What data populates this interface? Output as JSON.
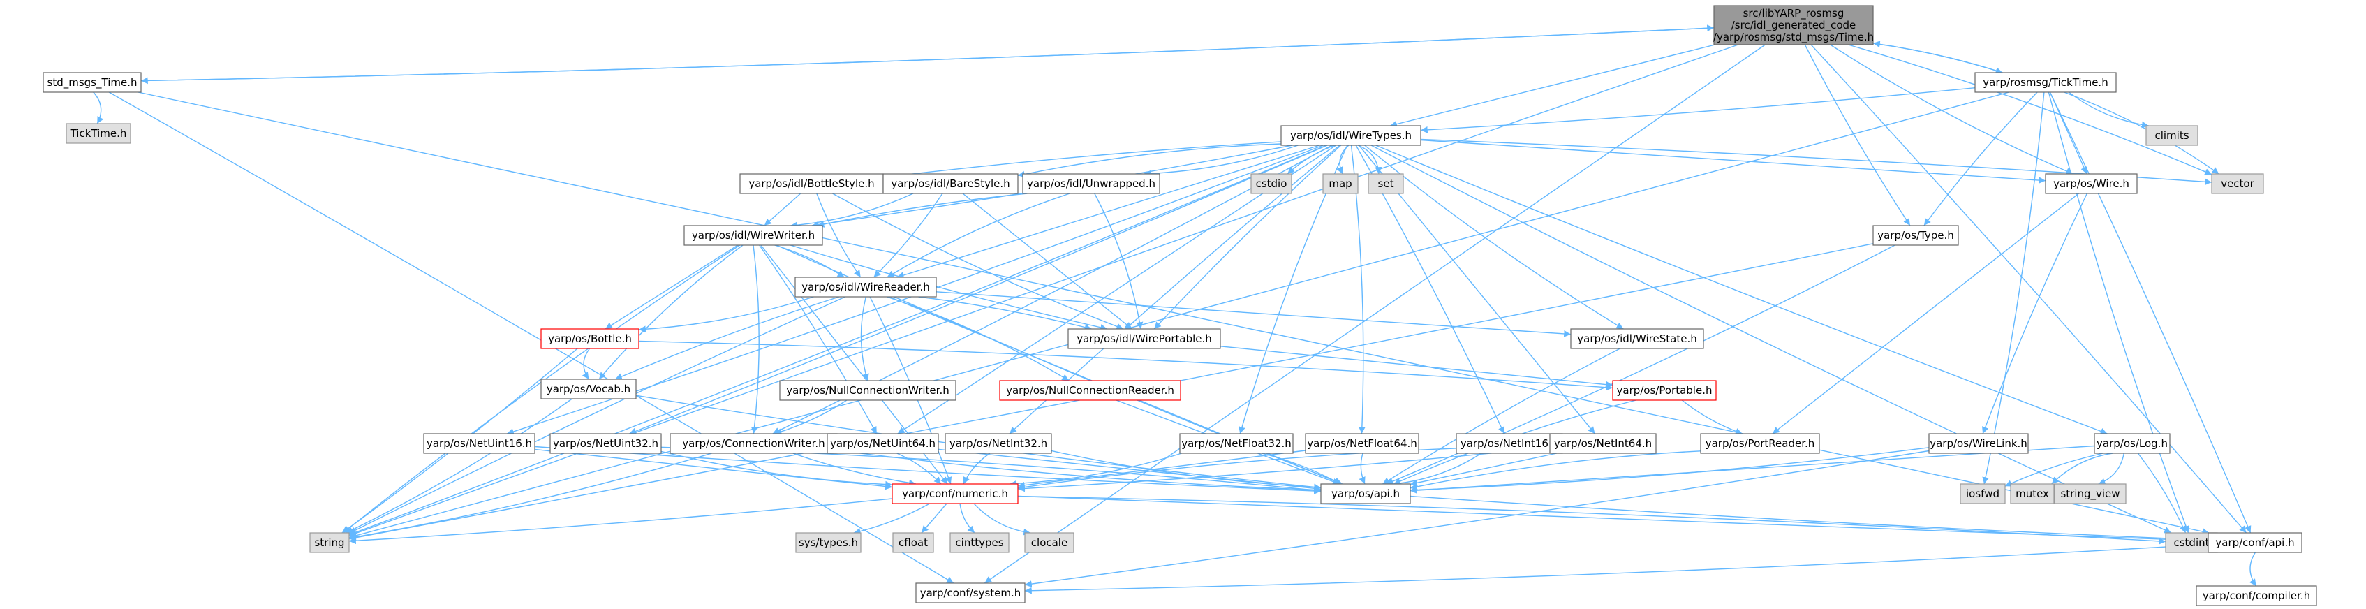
{
  "colors": {
    "edge": "#63b8ff",
    "root_fill": "#999999",
    "root_stroke": "#666666",
    "doc_fill": "#ffffff",
    "doc_stroke": "#666666",
    "red_stroke": "#ff0000",
    "ext_fill": "#e0e0e0",
    "ext_stroke": "#999999"
  },
  "nodes": [
    {
      "id": "root",
      "kind": "root",
      "lines": [
        "src/libYARP_rosmsg",
        "/src/idl_generated_code",
        "/yarp/rosmsg/std_msgs/Time.h"
      ]
    },
    {
      "id": "std_msgs_Time",
      "kind": "doc",
      "lines": [
        "std_msgs_Time.h"
      ]
    },
    {
      "id": "TickTime_ext",
      "kind": "ext",
      "lines": [
        "TickTime.h"
      ]
    },
    {
      "id": "TickTime",
      "kind": "doc",
      "lines": [
        "yarp/rosmsg/TickTime.h"
      ]
    },
    {
      "id": "WireTypes",
      "kind": "doc",
      "lines": [
        "yarp/os/idl/WireTypes.h"
      ]
    },
    {
      "id": "climits",
      "kind": "ext",
      "lines": [
        "climits"
      ]
    },
    {
      "id": "vector",
      "kind": "ext",
      "lines": [
        "vector"
      ]
    },
    {
      "id": "BottleStyle",
      "kind": "doc",
      "lines": [
        "yarp/os/idl/BottleStyle.h"
      ]
    },
    {
      "id": "BareStyle",
      "kind": "doc",
      "lines": [
        "yarp/os/idl/BareStyle.h"
      ]
    },
    {
      "id": "Unwrapped",
      "kind": "doc",
      "lines": [
        "yarp/os/idl/Unwrapped.h"
      ]
    },
    {
      "id": "cstdio",
      "kind": "ext",
      "lines": [
        "cstdio"
      ]
    },
    {
      "id": "map",
      "kind": "ext",
      "lines": [
        "map"
      ]
    },
    {
      "id": "set",
      "kind": "ext",
      "lines": [
        "set"
      ]
    },
    {
      "id": "Wire",
      "kind": "doc",
      "lines": [
        "yarp/os/Wire.h"
      ]
    },
    {
      "id": "Type",
      "kind": "doc",
      "lines": [
        "yarp/os/Type.h"
      ]
    },
    {
      "id": "WireWriter",
      "kind": "doc",
      "lines": [
        "yarp/os/idl/WireWriter.h"
      ]
    },
    {
      "id": "WireReader",
      "kind": "doc",
      "lines": [
        "yarp/os/idl/WireReader.h"
      ]
    },
    {
      "id": "Bottle",
      "kind": "red",
      "lines": [
        "yarp/os/Bottle.h"
      ]
    },
    {
      "id": "WirePortable",
      "kind": "doc",
      "lines": [
        "yarp/os/idl/WirePortable.h"
      ]
    },
    {
      "id": "WireState",
      "kind": "doc",
      "lines": [
        "yarp/os/idl/WireState.h"
      ]
    },
    {
      "id": "Vocab",
      "kind": "doc",
      "lines": [
        "yarp/os/Vocab.h"
      ]
    },
    {
      "id": "NullConnectionWriter",
      "kind": "doc",
      "lines": [
        "yarp/os/NullConnectionWriter.h"
      ]
    },
    {
      "id": "NullConnectionReader",
      "kind": "red",
      "lines": [
        "yarp/os/NullConnectionReader.h"
      ]
    },
    {
      "id": "Portable",
      "kind": "red",
      "lines": [
        "yarp/os/Portable.h"
      ]
    },
    {
      "id": "NetUint16",
      "kind": "doc",
      "lines": [
        "yarp/os/NetUint16.h"
      ]
    },
    {
      "id": "NetUint32",
      "kind": "doc",
      "lines": [
        "yarp/os/NetUint32.h"
      ]
    },
    {
      "id": "ConnectionWriter",
      "kind": "doc",
      "lines": [
        "yarp/os/ConnectionWriter.h"
      ]
    },
    {
      "id": "NetUint64",
      "kind": "doc",
      "lines": [
        "yarp/os/NetUint64.h"
      ]
    },
    {
      "id": "NetInt32",
      "kind": "doc",
      "lines": [
        "yarp/os/NetInt32.h"
      ]
    },
    {
      "id": "NetFloat32",
      "kind": "doc",
      "lines": [
        "yarp/os/NetFloat32.h"
      ]
    },
    {
      "id": "NetFloat64",
      "kind": "doc",
      "lines": [
        "yarp/os/NetFloat64.h"
      ]
    },
    {
      "id": "NetInt16",
      "kind": "doc",
      "lines": [
        "yarp/os/NetInt16.h"
      ]
    },
    {
      "id": "NetInt64",
      "kind": "doc",
      "lines": [
        "yarp/os/NetInt64.h"
      ]
    },
    {
      "id": "PortReader",
      "kind": "doc",
      "lines": [
        "yarp/os/PortReader.h"
      ]
    },
    {
      "id": "WireLink",
      "kind": "doc",
      "lines": [
        "yarp/os/WireLink.h"
      ]
    },
    {
      "id": "Log",
      "kind": "doc",
      "lines": [
        "yarp/os/Log.h"
      ]
    },
    {
      "id": "numeric",
      "kind": "red",
      "lines": [
        "yarp/conf/numeric.h"
      ]
    },
    {
      "id": "api",
      "kind": "doc",
      "lines": [
        "yarp/os/api.h"
      ]
    },
    {
      "id": "iosfwd",
      "kind": "ext",
      "lines": [
        "iosfwd"
      ]
    },
    {
      "id": "mutex",
      "kind": "ext",
      "lines": [
        "mutex"
      ]
    },
    {
      "id": "string_view",
      "kind": "ext",
      "lines": [
        "string_view"
      ]
    },
    {
      "id": "string",
      "kind": "ext",
      "lines": [
        "string"
      ]
    },
    {
      "id": "systypes",
      "kind": "ext",
      "lines": [
        "sys/types.h"
      ]
    },
    {
      "id": "cfloat",
      "kind": "ext",
      "lines": [
        "cfloat"
      ]
    },
    {
      "id": "cinttypes",
      "kind": "ext",
      "lines": [
        "cinttypes"
      ]
    },
    {
      "id": "clocale",
      "kind": "ext",
      "lines": [
        "clocale"
      ]
    },
    {
      "id": "cstdint",
      "kind": "ext",
      "lines": [
        "cstdint"
      ]
    },
    {
      "id": "confapi",
      "kind": "doc",
      "lines": [
        "yarp/conf/api.h"
      ]
    },
    {
      "id": "system",
      "kind": "doc",
      "lines": [
        "yarp/conf/system.h"
      ]
    },
    {
      "id": "compiler",
      "kind": "doc",
      "lines": [
        "yarp/conf/compiler.h"
      ]
    }
  ],
  "edges": [
    [
      "root",
      "std_msgs_Time"
    ],
    [
      "root",
      "TickTime"
    ],
    [
      "root",
      "WireTypes"
    ],
    [
      "root",
      "Type"
    ],
    [
      "root",
      "Wire"
    ],
    [
      "root",
      "vector"
    ],
    [
      "root",
      "confapi"
    ],
    [
      "root",
      "system"
    ],
    [
      "root",
      "string"
    ],
    [
      "std_msgs_Time",
      "root"
    ],
    [
      "std_msgs_Time",
      "TickTime_ext"
    ],
    [
      "std_msgs_Time",
      "system"
    ],
    [
      "std_msgs_Time",
      "confapi"
    ],
    [
      "TickTime",
      "root"
    ],
    [
      "TickTime",
      "climits"
    ],
    [
      "TickTime",
      "vector"
    ],
    [
      "TickTime",
      "WireTypes"
    ],
    [
      "TickTime",
      "Wire"
    ],
    [
      "TickTime",
      "Type"
    ],
    [
      "TickTime",
      "cstdint"
    ],
    [
      "TickTime",
      "iosfwd"
    ],
    [
      "TickTime",
      "confapi"
    ],
    [
      "TickTime",
      "string"
    ],
    [
      "WireTypes",
      "cstdio"
    ],
    [
      "WireTypes",
      "map"
    ],
    [
      "WireTypes",
      "set"
    ],
    [
      "WireTypes",
      "vector"
    ],
    [
      "WireTypes",
      "Wire"
    ],
    [
      "WireTypes",
      "BottleStyle"
    ],
    [
      "WireTypes",
      "BareStyle"
    ],
    [
      "WireTypes",
      "Unwrapped"
    ],
    [
      "WireTypes",
      "WireWriter"
    ],
    [
      "WireTypes",
      "WireReader"
    ],
    [
      "WireTypes",
      "WirePortable"
    ],
    [
      "WireTypes",
      "WireState"
    ],
    [
      "WireTypes",
      "NetUint16"
    ],
    [
      "WireTypes",
      "NetUint32"
    ],
    [
      "WireTypes",
      "NetUint64"
    ],
    [
      "WireTypes",
      "NetInt32"
    ],
    [
      "WireTypes",
      "NetFloat32"
    ],
    [
      "WireTypes",
      "NetFloat64"
    ],
    [
      "WireTypes",
      "NetInt16"
    ],
    [
      "WireTypes",
      "NetInt64"
    ],
    [
      "WireTypes",
      "Log"
    ],
    [
      "WireTypes",
      "cstdint"
    ],
    [
      "WireTypes",
      "string"
    ],
    [
      "WireTypes",
      "ConnectionWriter"
    ],
    [
      "BottleStyle",
      "WireWriter"
    ],
    [
      "BottleStyle",
      "WireReader"
    ],
    [
      "BottleStyle",
      "WirePortable"
    ],
    [
      "BareStyle",
      "WireWriter"
    ],
    [
      "BareStyle",
      "WireReader"
    ],
    [
      "BareStyle",
      "WirePortable"
    ],
    [
      "Unwrapped",
      "WireWriter"
    ],
    [
      "Unwrapped",
      "WireReader"
    ],
    [
      "Unwrapped",
      "WirePortable"
    ],
    [
      "WireWriter",
      "WireReader"
    ],
    [
      "WireWriter",
      "Bottle"
    ],
    [
      "WireWriter",
      "WirePortable"
    ],
    [
      "WireWriter",
      "Vocab"
    ],
    [
      "WireWriter",
      "ConnectionWriter"
    ],
    [
      "WireWriter",
      "NetUint64"
    ],
    [
      "WireWriter",
      "numeric"
    ],
    [
      "WireWriter",
      "api"
    ],
    [
      "WireWriter",
      "string"
    ],
    [
      "WireReader",
      "Bottle"
    ],
    [
      "WireReader",
      "WirePortable"
    ],
    [
      "WireReader",
      "WireState"
    ],
    [
      "WireReader",
      "Vocab"
    ],
    [
      "WireReader",
      "NullConnectionWriter"
    ],
    [
      "WireReader",
      "NullConnectionReader"
    ],
    [
      "WireReader",
      "numeric"
    ],
    [
      "WireReader",
      "api"
    ],
    [
      "WireReader",
      "string"
    ],
    [
      "Bottle",
      "Vocab"
    ],
    [
      "Bottle",
      "Portable"
    ],
    [
      "Bottle",
      "string"
    ],
    [
      "WirePortable",
      "Portable"
    ],
    [
      "WireState",
      "api"
    ],
    [
      "Vocab",
      "api"
    ],
    [
      "Vocab",
      "string"
    ],
    [
      "NullConnectionWriter",
      "ConnectionWriter"
    ],
    [
      "NullConnectionReader",
      "api"
    ],
    [
      "Portable",
      "PortReader"
    ],
    [
      "Portable",
      "api"
    ],
    [
      "Type",
      "api"
    ],
    [
      "Type",
      "string"
    ],
    [
      "Wire",
      "PortReader"
    ],
    [
      "Wire",
      "WireLink"
    ],
    [
      "PortReader",
      "api"
    ],
    [
      "WireLink",
      "api"
    ],
    [
      "WireLink",
      "system"
    ],
    [
      "Log",
      "api"
    ],
    [
      "Log",
      "iosfwd"
    ],
    [
      "Log",
      "mutex"
    ],
    [
      "Log",
      "string_view"
    ],
    [
      "Log",
      "cstdint"
    ],
    [
      "NetUint16",
      "numeric"
    ],
    [
      "NetUint16",
      "api"
    ],
    [
      "NetUint32",
      "numeric"
    ],
    [
      "NetUint32",
      "api"
    ],
    [
      "NetUint64",
      "numeric"
    ],
    [
      "NetUint64",
      "api"
    ],
    [
      "NetInt32",
      "numeric"
    ],
    [
      "NetInt32",
      "api"
    ],
    [
      "NetFloat32",
      "numeric"
    ],
    [
      "NetFloat32",
      "api"
    ],
    [
      "NetFloat64",
      "numeric"
    ],
    [
      "NetFloat64",
      "api"
    ],
    [
      "NetInt16",
      "numeric"
    ],
    [
      "NetInt16",
      "api"
    ],
    [
      "NetInt64",
      "numeric"
    ],
    [
      "NetInt64",
      "api"
    ],
    [
      "ConnectionWriter",
      "numeric"
    ],
    [
      "ConnectionWriter",
      "api"
    ],
    [
      "ConnectionWriter",
      "string"
    ],
    [
      "numeric",
      "systypes"
    ],
    [
      "numeric",
      "cfloat"
    ],
    [
      "numeric",
      "cinttypes"
    ],
    [
      "numeric",
      "clocale"
    ],
    [
      "numeric",
      "cstdint"
    ],
    [
      "numeric",
      "string"
    ],
    [
      "numeric",
      "confapi"
    ],
    [
      "api",
      "confapi"
    ],
    [
      "confapi",
      "compiler"
    ],
    [
      "confapi",
      "system"
    ]
  ]
}
